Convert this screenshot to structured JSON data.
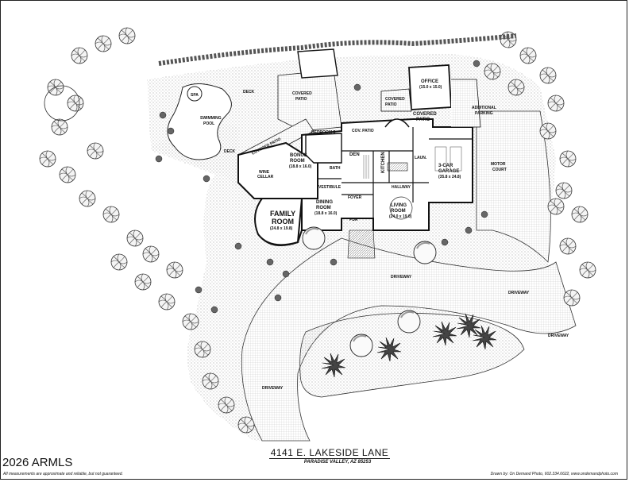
{
  "title": {
    "address": "4141 E. LAKESIDE LANE",
    "city": "PARADISE VALLEY, AZ 85253"
  },
  "copyright": "2026 ARMLS",
  "footer": {
    "disclaimer": "All measurements are approximate and reliable, but not guaranteed.",
    "credit": "Drawn by: On Demand Photo, 602.334.6622, www.ondemandphoto.com"
  },
  "rooms": {
    "spa": "SPA",
    "swimming_pool": [
      "SWIMMING",
      "POOL"
    ],
    "deck_top": "DECK",
    "deck_bottom": "DECK",
    "covered_patio_top": [
      "COVERED",
      "PATIO"
    ],
    "covered_patio_diag": "COVERED PATIO",
    "covered_patio_right": [
      "COVERED",
      "PATIO"
    ],
    "covered_patio_small": [
      "COVERED",
      "PATIO"
    ],
    "cov_patio": "COV. PATIO",
    "office": "OFFICE",
    "office_dim": "(15.0 x 15.0)",
    "additional_parking": [
      "ADDITIONAL",
      "PARKING"
    ],
    "bedroom5": "BEDROOM 5",
    "bonus_room": [
      "BONUS",
      "ROOM"
    ],
    "bonus_dim": "(18.8 x 16.0)",
    "wine_cellar": [
      "WINE",
      "CELLAR"
    ],
    "family_room": [
      "FAMILY",
      "ROOM"
    ],
    "family_dim": "(24.8 x 19.8)",
    "dining_room": [
      "DINING",
      "ROOM"
    ],
    "dining_dim": "(18.8 x 16.0)",
    "den": "DEN",
    "kitchen": "KITCHEN",
    "foyer": "FOYER",
    "vestibule": "VESTIBULE",
    "hallway": "HALLWAY",
    "living_room": [
      "LIVING",
      "ROOM"
    ],
    "living_dim": "(24.0 x 19.0)",
    "garage": [
      "3-CAR",
      "GARAGE"
    ],
    "garage_dim": "(35.8 x 24.8)",
    "motor_court": [
      "MOTOR",
      "COURT"
    ],
    "driveway_center": "DRIVEWAY",
    "driveway_right": "DRIVEWAY",
    "driveway_left": "DRIVEWAY",
    "driveway_far_right": "DRIVEWAY",
    "bath": "BATH",
    "powder": "PDR",
    "laundry": "LAUN."
  }
}
